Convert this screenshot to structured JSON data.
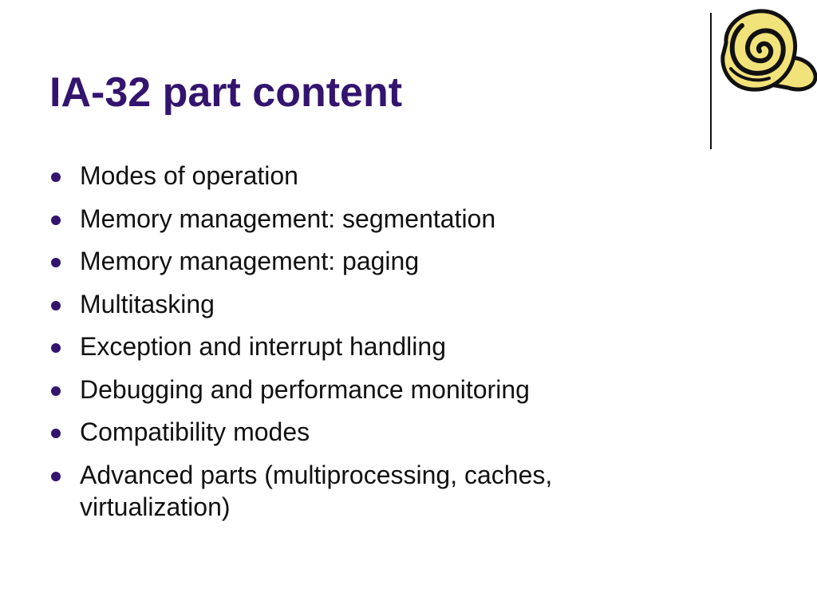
{
  "slide": {
    "title": "IA-32 part content",
    "logo_icon": "snail-shell-icon",
    "colors": {
      "title": "#33146e",
      "bullet": "#33146e",
      "text": "#111111",
      "logo_fill": "#f2e27a"
    },
    "bullets": [
      "Modes of operation",
      "Memory management: segmentation",
      "Memory management: paging",
      "Multitasking",
      "Exception and interrupt handling",
      "Debugging and performance monitoring",
      "Compatibility modes",
      "Advanced parts (multiprocessing, caches, virtualization)"
    ]
  }
}
